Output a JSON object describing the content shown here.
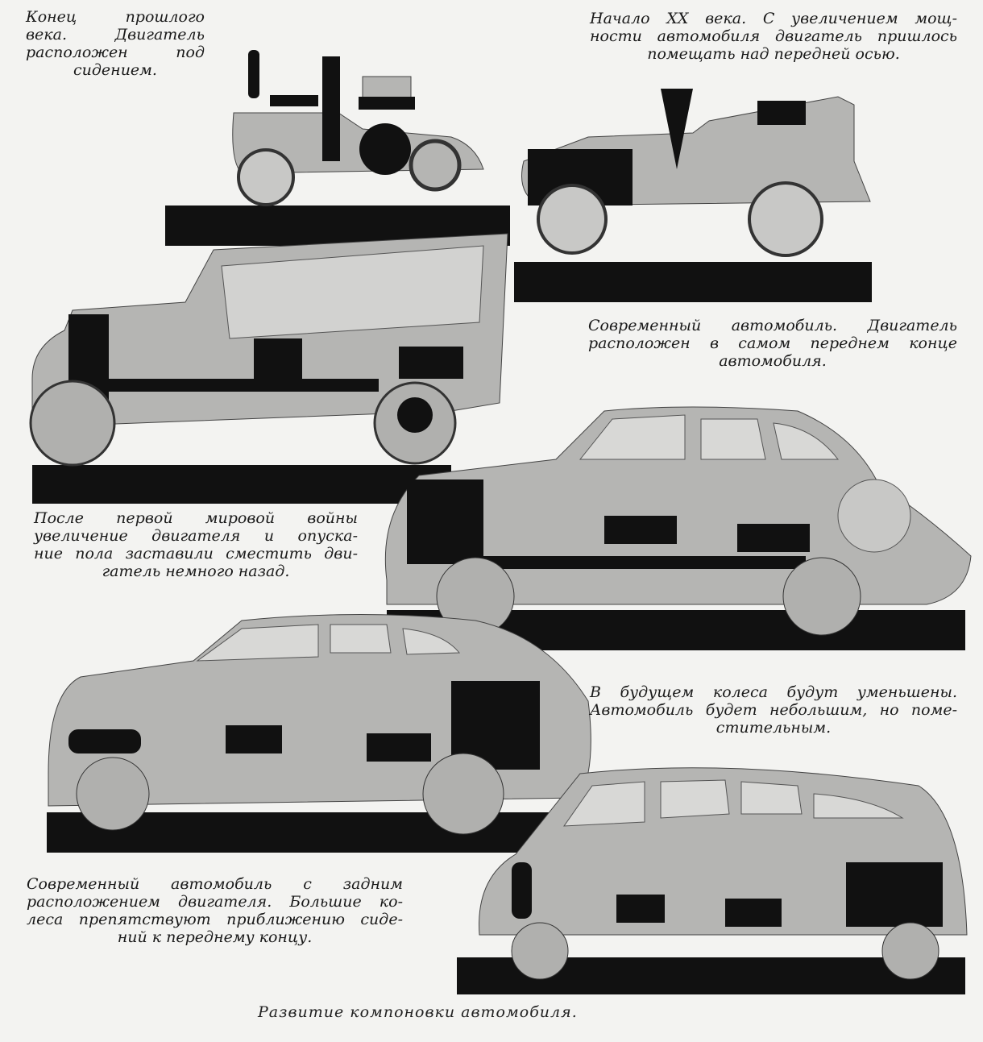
{
  "captions": {
    "c1900": [
      "Конец прошлого",
      "века. Двигатель",
      "расположен под",
      "сидением."
    ],
    "c20th": [
      "Начало XX века. С увеличением мощ-",
      "ности автомобиля двигатель пришлось",
      "помещать над передней осью."
    ],
    "modern_front": [
      "Современный автомобиль. Двигатель",
      "расположен в самом переднем конце",
      "автомобиля."
    ],
    "post_ww1": [
      "После первой мировой войны",
      "увеличение двигателя и опуска-",
      "ние пола заставили сместить дви-",
      "гатель немного назад."
    ],
    "future": [
      "В будущем колеса будут уменьшены.",
      "Автомобиль будет небольшим, но поме-",
      "стительным."
    ],
    "modern_rear": [
      "Современный автомобиль с задним",
      "расположением двигателя. Большие ко-",
      "леса препятствуют приближению сиде-",
      "ний к переднему концу."
    ]
  },
  "figure_title": "Развитие компоновки автомобиля.",
  "colors": {
    "body": "#b5b5b3",
    "ink": "#111111",
    "paper": "#f3f3f1"
  }
}
